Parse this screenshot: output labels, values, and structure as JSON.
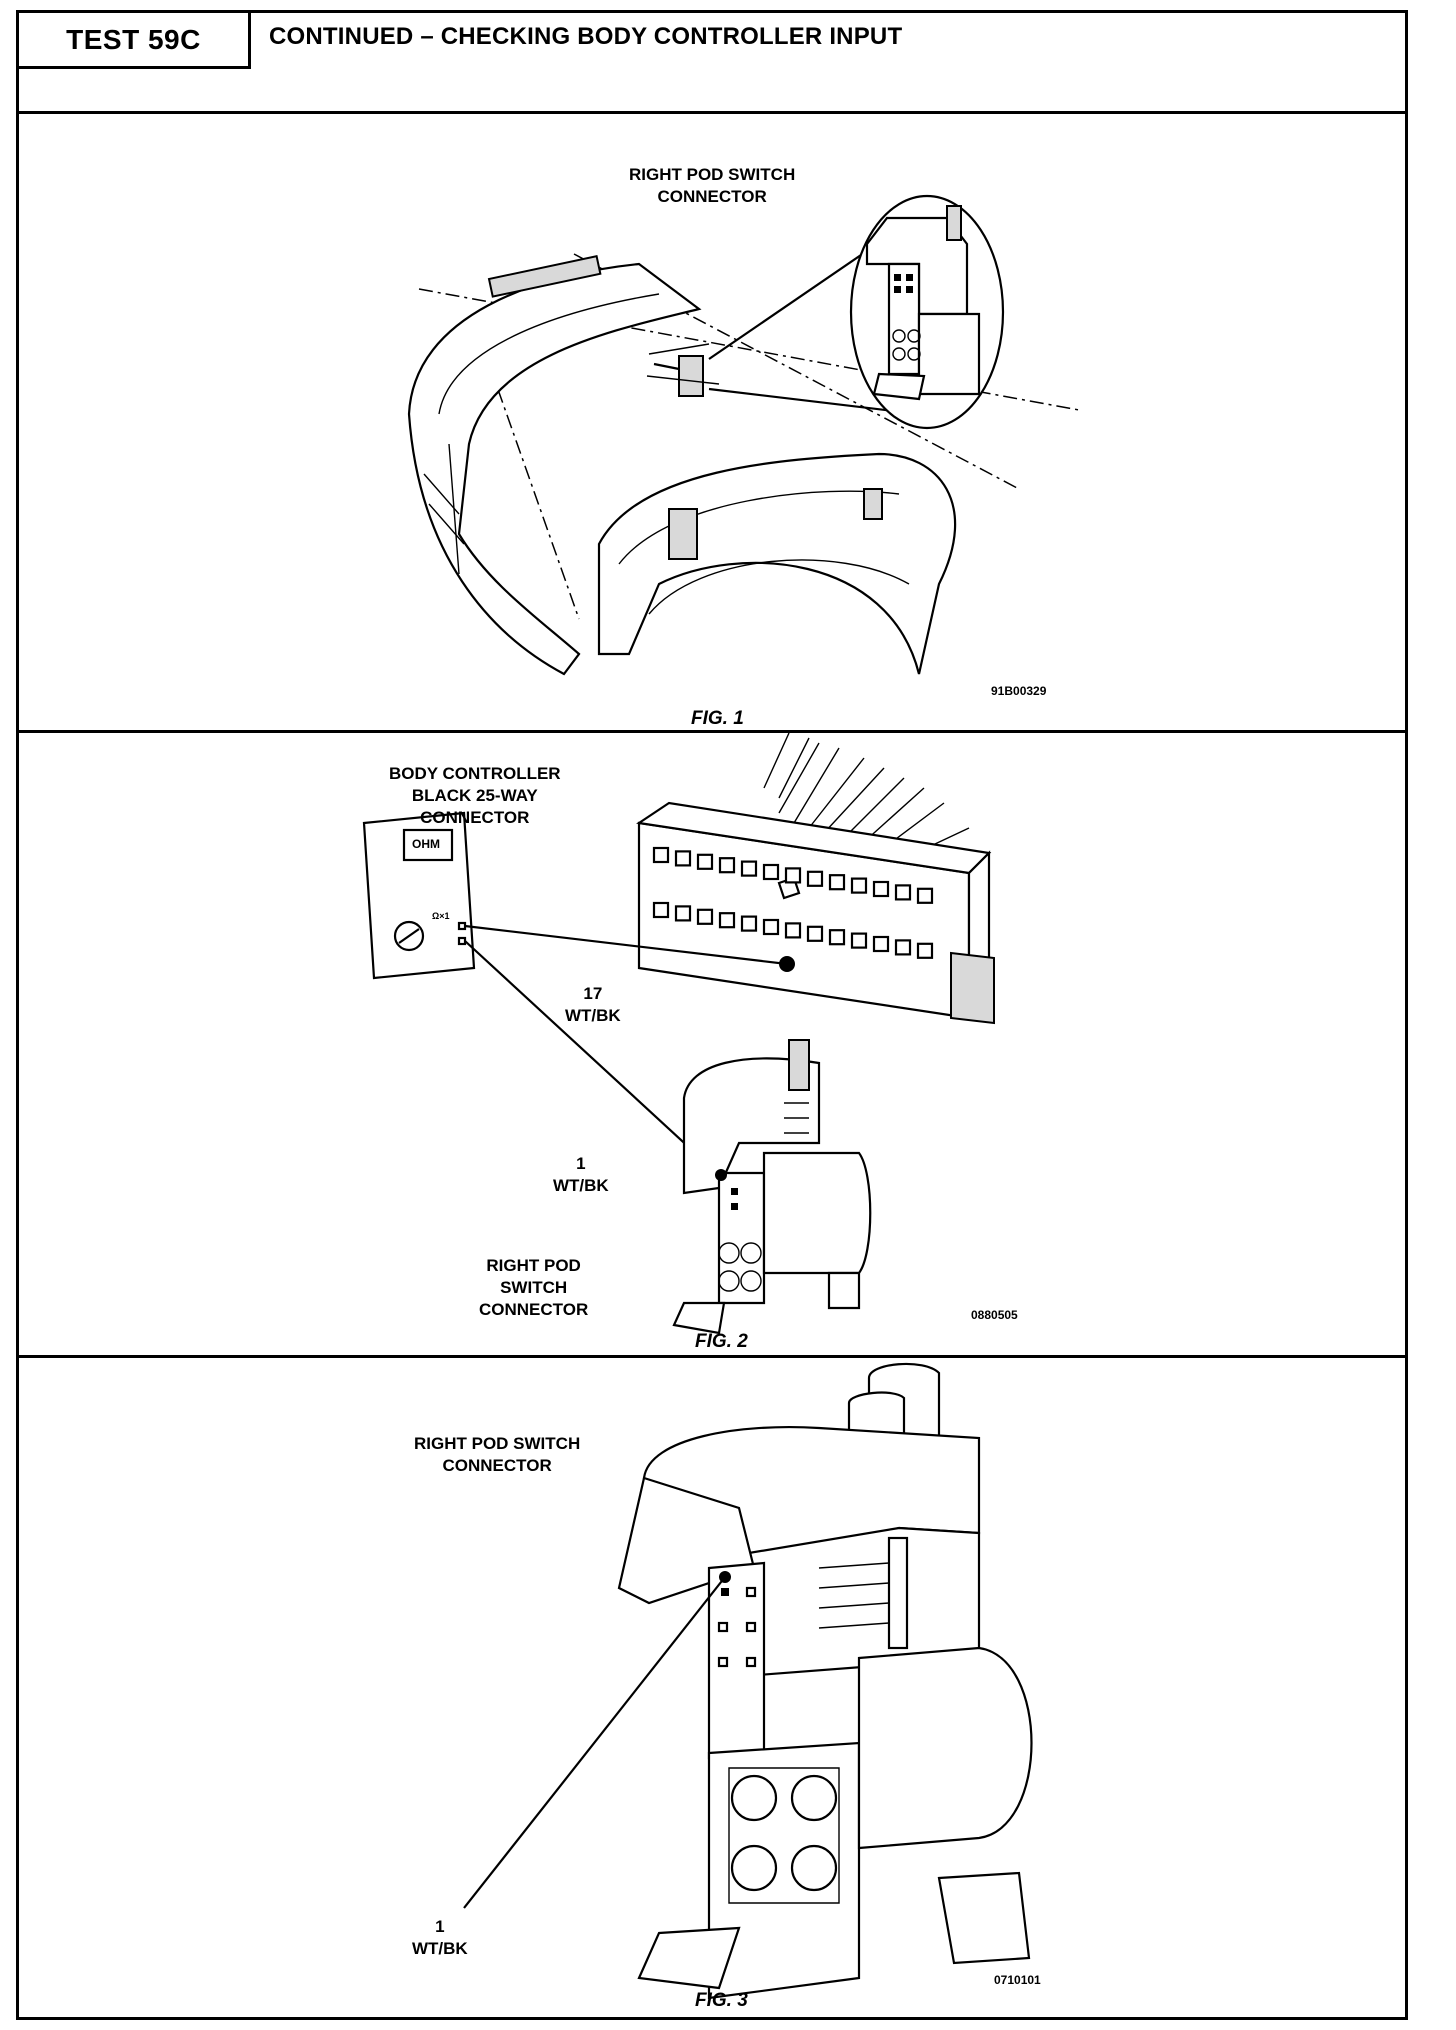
{
  "header": {
    "test_label": "TEST 59C",
    "title": "CONTINUED – CHECKING BODY CONTROLLER INPUT"
  },
  "figures": [
    {
      "caption": "FIG. 1",
      "code": "91B00329",
      "labels": {
        "connector": "RIGHT POD SWITCH\nCONNECTOR"
      }
    },
    {
      "caption": "FIG. 2",
      "code": "0880505",
      "labels": {
        "body_controller": "BODY CONTROLLER\nBLACK 25-WAY\nCONNECTOR",
        "pin17": "17\nWT/BK",
        "pin1": "1\nWT/BK",
        "switch_connector": "RIGHT POD\nSWITCH\nCONNECTOR",
        "meter_display": "OHM",
        "meter_range": "Ω×1"
      }
    },
    {
      "caption": "FIG. 3",
      "code": "0710101",
      "labels": {
        "connector": "RIGHT POD SWITCH\nCONNECTOR",
        "pin1": "1\nWT/BK"
      }
    }
  ]
}
